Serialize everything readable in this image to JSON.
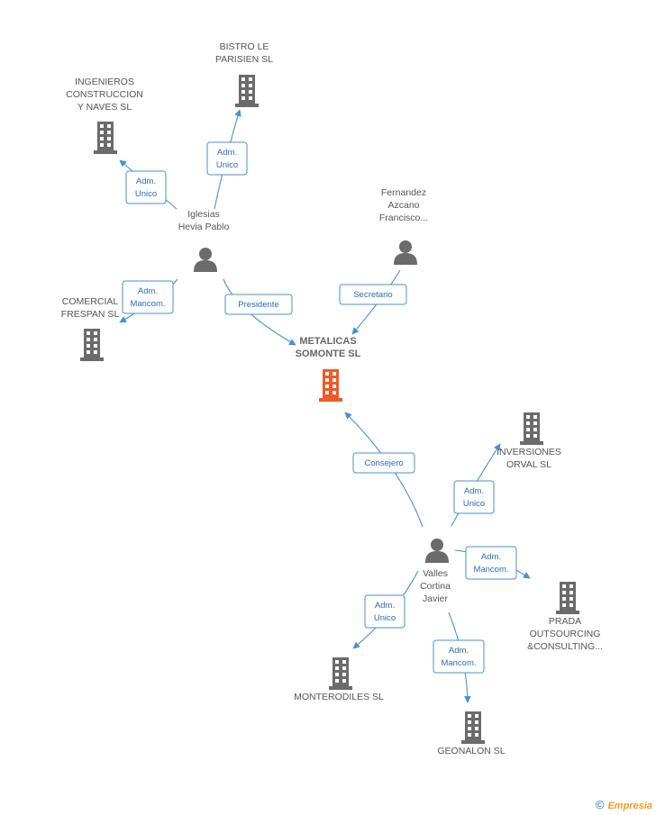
{
  "colors": {
    "company": "#6b6b6b",
    "main_company": "#f05a28",
    "person": "#6b6b6b",
    "edge": "#4a8fd6",
    "edge_text": "#2a6db8"
  },
  "nodes": [
    {
      "id": "metalicas",
      "type": "company",
      "main": true,
      "label": [
        "METALICAS",
        "SOMONTE SL"
      ]
    },
    {
      "id": "bistro",
      "type": "company",
      "label": [
        "BISTRO LE",
        "PARISIEN SL"
      ]
    },
    {
      "id": "ingenieros",
      "type": "company",
      "label": [
        "INGENIEROS",
        "CONSTRUCCION",
        "Y NAVES SL"
      ]
    },
    {
      "id": "comercial",
      "type": "company",
      "label": [
        "COMERCIAL",
        "FRESPAN SL"
      ]
    },
    {
      "id": "inversiones",
      "type": "company",
      "label": [
        "INVERSIONES",
        "ORVAL  SL"
      ]
    },
    {
      "id": "prada",
      "type": "company",
      "label": [
        "PRADA",
        "OUTSOURCING",
        "&CONSULTING..."
      ]
    },
    {
      "id": "monterodiles",
      "type": "company",
      "label": [
        "MONTERODILES SL"
      ]
    },
    {
      "id": "geonalon",
      "type": "company",
      "label": [
        "GEONALON SL"
      ]
    },
    {
      "id": "iglesias",
      "type": "person",
      "label": [
        "Iglesias",
        "Hevia Pablo"
      ]
    },
    {
      "id": "fernandez",
      "type": "person",
      "label": [
        "Fernandez",
        "Azcano",
        "Francisco..."
      ]
    },
    {
      "id": "valles",
      "type": "person",
      "label": [
        "Valles",
        "Cortina",
        "Javier"
      ]
    }
  ],
  "edges": [
    {
      "from": "iglesias",
      "to": "bistro",
      "label": [
        "Adm.",
        "Unico"
      ]
    },
    {
      "from": "iglesias",
      "to": "ingenieros",
      "label": [
        "Adm.",
        "Unico"
      ]
    },
    {
      "from": "iglesias",
      "to": "comercial",
      "label": [
        "Adm.",
        "Mancom."
      ]
    },
    {
      "from": "iglesias",
      "to": "metalicas",
      "label": [
        "Presidente"
      ]
    },
    {
      "from": "fernandez",
      "to": "metalicas",
      "label": [
        "Secretario"
      ]
    },
    {
      "from": "valles",
      "to": "metalicas",
      "label": [
        "Consejero"
      ]
    },
    {
      "from": "valles",
      "to": "inversiones",
      "label": [
        "Adm.",
        "Unico"
      ]
    },
    {
      "from": "valles",
      "to": "prada",
      "label": [
        "Adm.",
        "Mancom."
      ]
    },
    {
      "from": "valles",
      "to": "monterodiles",
      "label": [
        "Adm.",
        "Unico"
      ]
    },
    {
      "from": "valles",
      "to": "geonalon",
      "label": [
        "Adm.",
        "Mancom."
      ]
    }
  ],
  "footer": {
    "copyright": "©",
    "brand": "Empresia"
  }
}
